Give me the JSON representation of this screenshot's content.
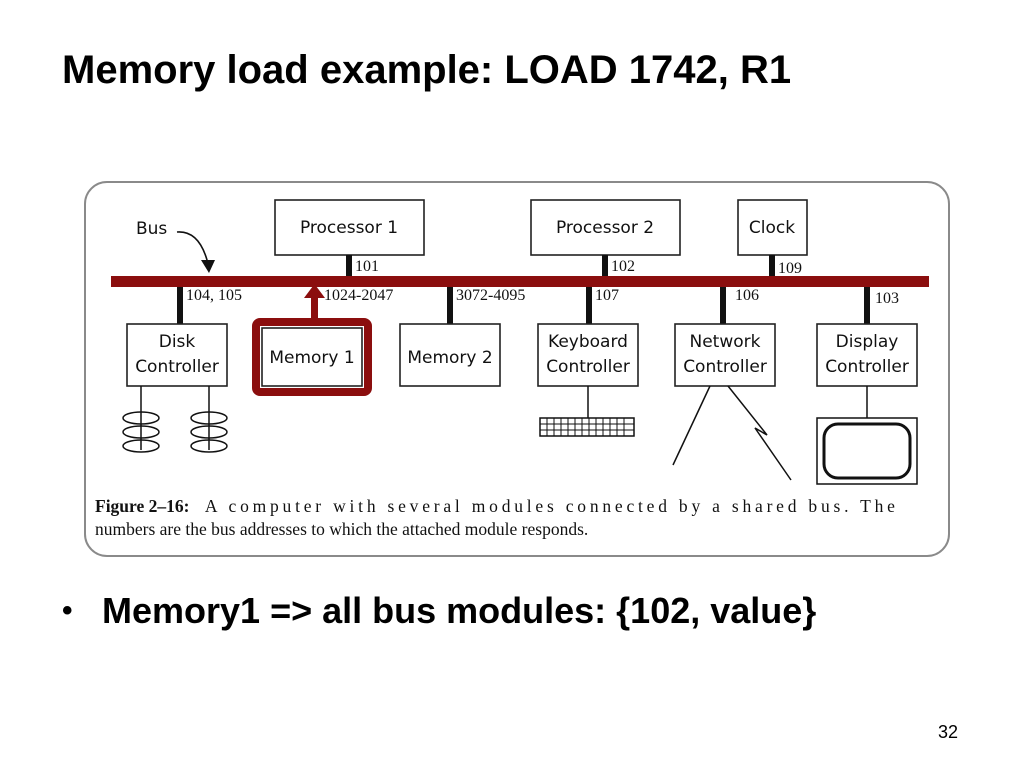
{
  "slide": {
    "title": "Memory load example: LOAD 1742, R1",
    "bullet": "Memory1 => all bus modules: {102, value}",
    "page_number": "32"
  },
  "colors": {
    "bus": "#8b0e0e",
    "highlight": "#8b0e0e"
  },
  "figure": {
    "bus_label": "Bus",
    "modules": {
      "processor1": {
        "label": "Processor 1",
        "address": "101"
      },
      "processor2": {
        "label": "Processor 2",
        "address": "102"
      },
      "clock": {
        "label": "Clock",
        "address": "109"
      },
      "disk": {
        "label_line1": "Disk",
        "label_line2": "Controller",
        "address": "104, 105"
      },
      "memory1": {
        "label": "Memory 1",
        "address": "1024-2047",
        "highlighted": true
      },
      "memory2": {
        "label": "Memory 2",
        "address": "3072-4095"
      },
      "keyboard": {
        "label_line1": "Keyboard",
        "label_line2": "Controller",
        "address": "107"
      },
      "network": {
        "label_line1": "Network",
        "label_line2": "Controller",
        "address": "106"
      },
      "display": {
        "label_line1": "Display",
        "label_line2": "Controller",
        "address": "103"
      }
    },
    "caption_figure": "Figure 2–16:",
    "caption_line1": "A computer with several modules connected by a shared bus. The",
    "caption_line2": "numbers are the bus addresses to which the attached module responds."
  }
}
